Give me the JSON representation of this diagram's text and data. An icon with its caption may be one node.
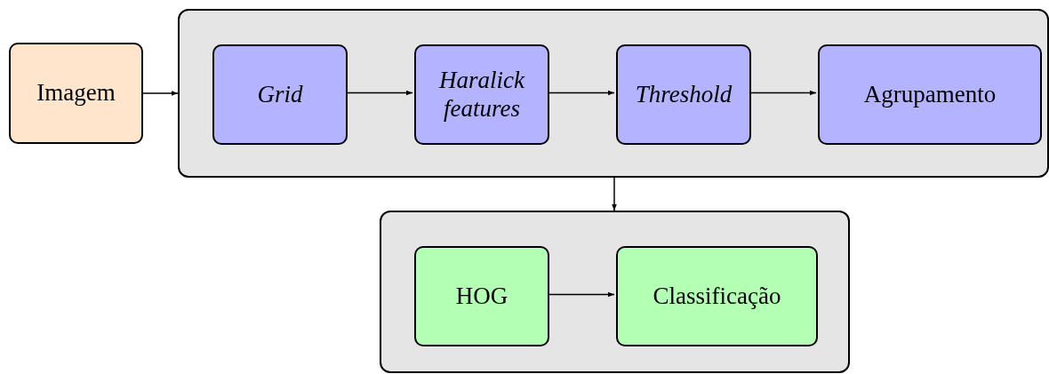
{
  "diagram": {
    "nodes": [
      {
        "text": [
          "Imagem"
        ]
      },
      {
        "text": [],
        "shape": "box"
      },
      {
        "text": [
          "Grid"
        ],
        "in": 1
      },
      {
        "text": [
          "Haralick features"
        ],
        "in": 1
      },
      {
        "text": [
          "Threshold"
        ],
        "in": 1
      },
      {
        "text": [
          "Agrupamento"
        ],
        "in": 1
      },
      {
        "text": [],
        "shape": "box"
      },
      {
        "text": [
          "HOG"
        ],
        "in": 6
      },
      {
        "text": [
          "Classificação"
        ],
        "in": 6
      }
    ],
    "edges": [
      {
        "from": 0,
        "to": 1,
        "arrow": "to"
      },
      {
        "from": 2,
        "to": 3,
        "arrow": "to"
      },
      {
        "from": 3,
        "to": 4,
        "arrow": "to"
      },
      {
        "from": 4,
        "to": 5,
        "arrow": "to"
      },
      {
        "from": 1,
        "to": 6,
        "arrow": "to"
      },
      {
        "from": 7,
        "to": 8,
        "arrow": "to"
      }
    ]
  }
}
